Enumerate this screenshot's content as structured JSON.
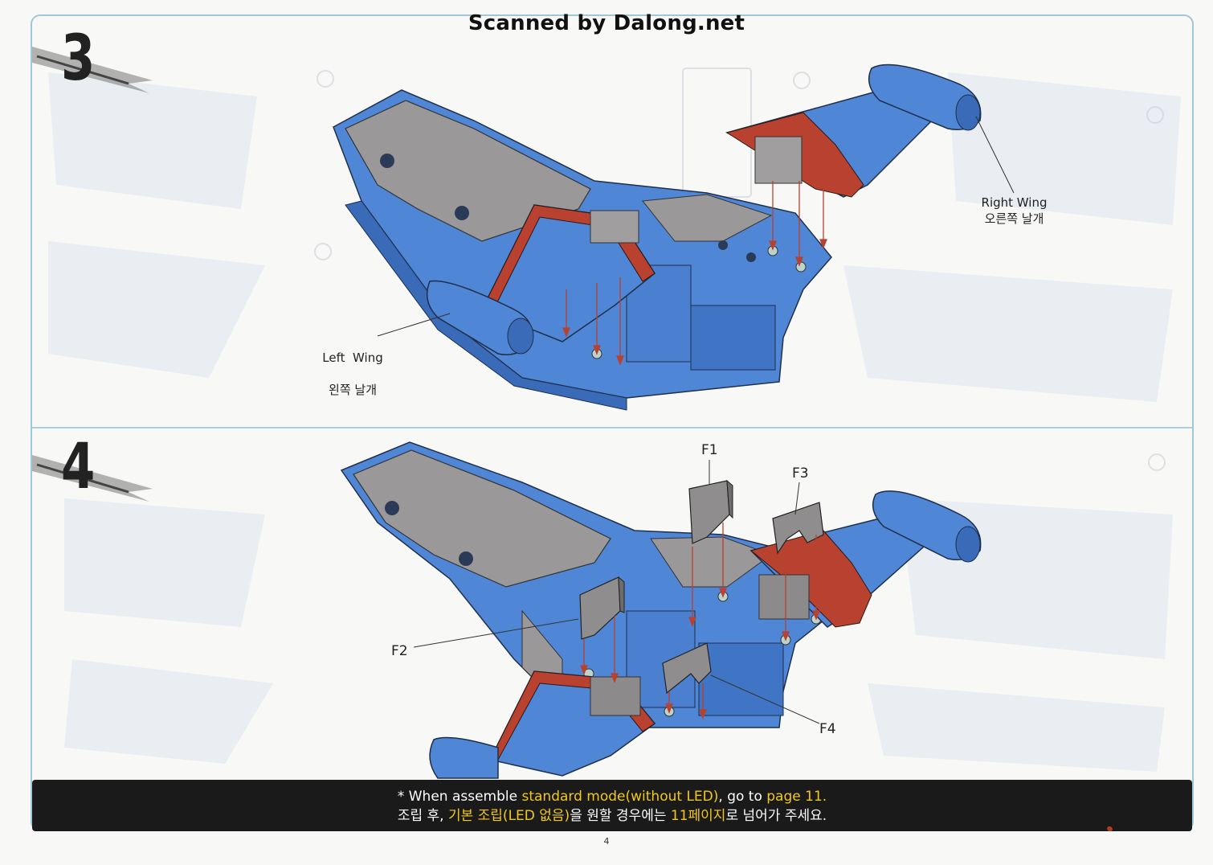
{
  "scan_credit": "Scanned by Dalong.net",
  "steps": [
    {
      "number": "3",
      "callouts": {
        "right_wing_en": "Right Wing",
        "right_wing_ko": "오른쪽 날개",
        "left_wing_en": "Left  Wing",
        "left_wing_ko": "왼쪽 날개"
      }
    },
    {
      "number": "4",
      "parts": [
        "F1",
        "F2",
        "F3",
        "F4"
      ]
    }
  ],
  "notice": {
    "line1_prefix": "* When assemble ",
    "line1_highlight1": "standard mode(without LED)",
    "line1_middle": ", go to ",
    "line1_highlight2": "page 11.",
    "line2_prefix": "조립 후, ",
    "line2_highlight1": "기본 조립(LED 없음)",
    "line2_middle": "을 원할 경우에는 ",
    "line2_highlight2": "11페이지",
    "line2_suffix": "로 넘어가 주세요."
  },
  "page_number": "4",
  "colors": {
    "hull_blue": "#4f86d6",
    "hull_shadow": "#3a6bb8",
    "wing_red": "#b8412f",
    "part_gray": "#9a9898",
    "frame_line": "#9fc7da",
    "banner_bg": "#1a1a1a",
    "highlight": "#f2c91b"
  },
  "icons": [
    "step-flag-icon",
    "assembly-arrow-icon"
  ]
}
